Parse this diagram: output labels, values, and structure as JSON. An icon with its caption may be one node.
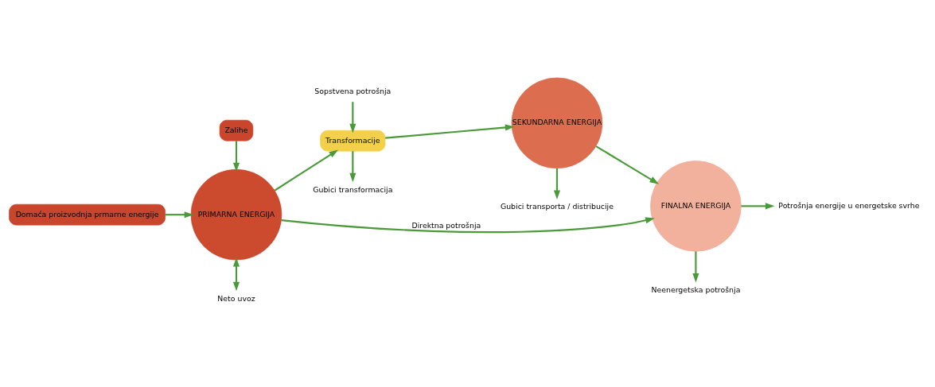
{
  "diagram": {
    "nodes": [
      {
        "text": [
          "Zalihe"
        ]
      },
      {
        "text": [
          "Domaća proizvodnja prmarne energije"
        ]
      },
      {
        "text": [
          "PRIMARNA ENERGIJA"
        ]
      },
      {
        "text": [
          "Transformacije"
        ]
      },
      {
        "text": [
          "SEKUNDARNA ENERGIJA"
        ]
      },
      {
        "text": [
          "FINALNA ENERGIJA"
        ]
      },
      {
        "text": [
          "Neto uvoz"
        ]
      },
      {
        "text": [
          "Gubici transformacija"
        ]
      },
      {
        "text": [
          "Sopstvena potrošnja"
        ]
      },
      {
        "text": [
          "Gubici transporta / distribucije"
        ]
      },
      {
        "text": [
          "Neenergetska potrošnja"
        ]
      },
      {
        "text": [
          "Potrošnja energije u energetske svrhe"
        ]
      }
    ],
    "edges": [
      {
        "from": 0,
        "to": 2,
        "arrow": "to"
      },
      {
        "from": 1,
        "to": 2,
        "arrow": "to"
      },
      {
        "from": 2,
        "to": 3,
        "arrow": "to"
      },
      {
        "from": 2,
        "to": 5,
        "arrow": "to",
        "label": "Direktna potrošnja"
      },
      {
        "from": 3,
        "to": 4,
        "arrow": "to"
      },
      {
        "from": 4,
        "to": 5,
        "arrow": "to"
      },
      {
        "from": 5,
        "to": 11,
        "arrow": "to"
      },
      {
        "from": 2,
        "to": 6,
        "arrow": "both"
      },
      {
        "from": 3,
        "to": 7,
        "arrow": "to"
      },
      {
        "from": 8,
        "to": 3,
        "arrow": "to"
      },
      {
        "from": 4,
        "to": 9,
        "arrow": "to"
      },
      {
        "from": 5,
        "to": 10,
        "arrow": "to"
      }
    ]
  }
}
